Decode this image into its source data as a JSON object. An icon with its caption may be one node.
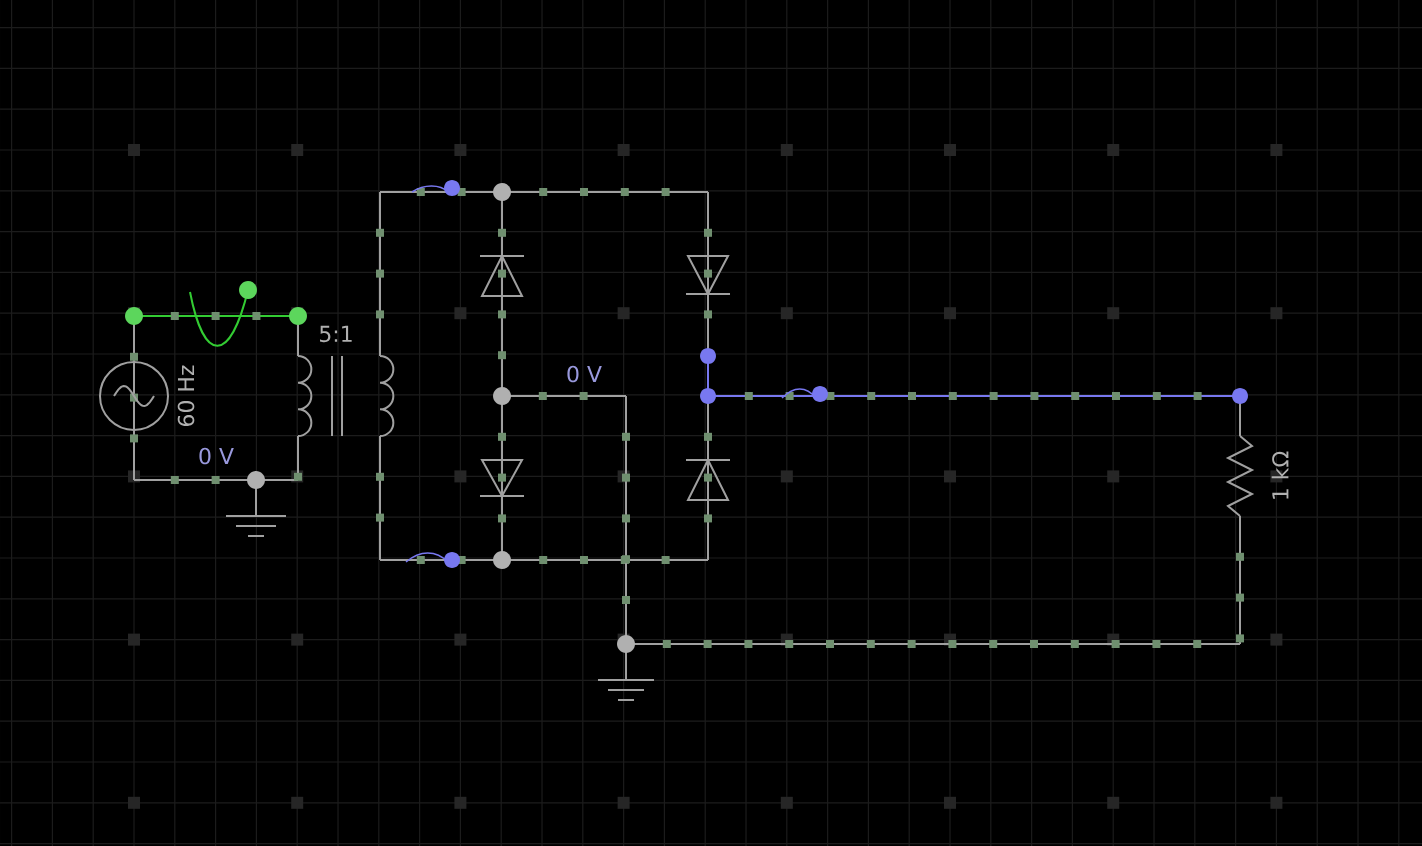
{
  "diagram": {
    "labels": [
      "5:1",
      "0 V",
      "60 Hz",
      "0 V",
      "1 kΩ"
    ]
  }
}
